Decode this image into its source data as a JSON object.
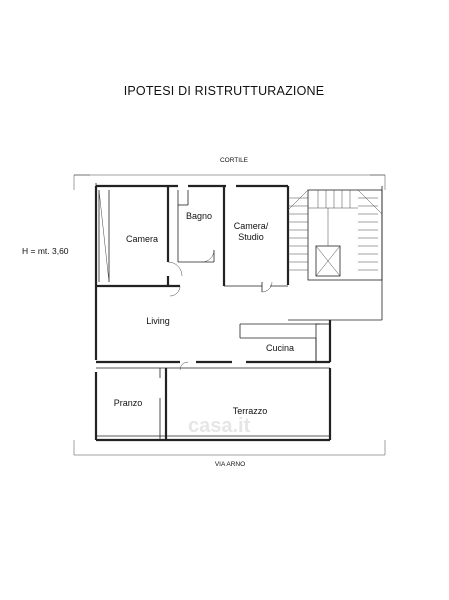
{
  "title": "IPOTESI DI RISTRUTTURAZIONE",
  "top_label": "CORTILE",
  "bottom_label": "VIA ARNO",
  "height_note": "H = mt. 3,60",
  "rooms": {
    "camera": "Camera",
    "bagno": "Bagno",
    "camera_studio_line1": "Camera/",
    "camera_studio_line2": "Studio",
    "living": "Living",
    "cucina": "Cucina",
    "pranzo": "Pranzo",
    "terrazzo": "Terrazzo"
  },
  "watermark": "casa.it"
}
